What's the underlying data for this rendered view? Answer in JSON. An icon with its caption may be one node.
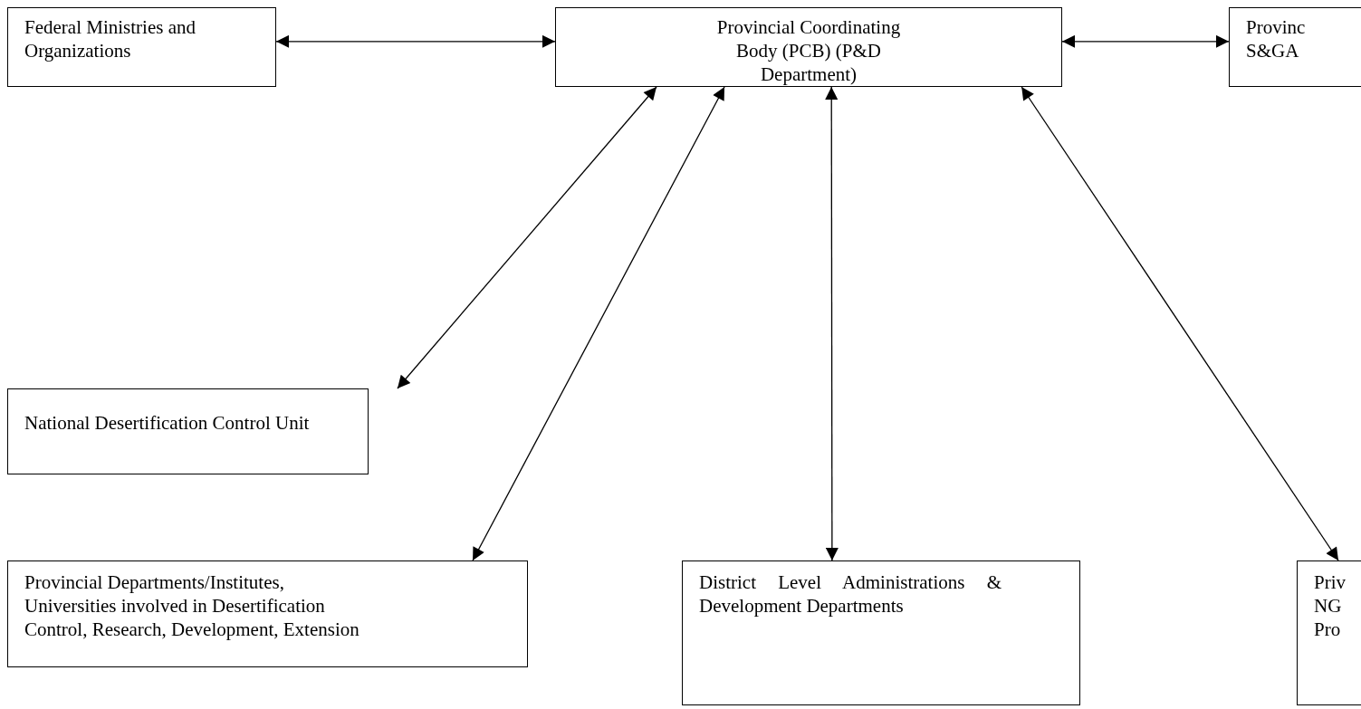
{
  "diagram": {
    "nodes": [
      {
        "text": [
          "Federal Ministries and Organizations"
        ]
      },
      {
        "text": [
          "Provincial Coordinating Body (PCB) (P&D Department)"
        ]
      },
      {
        "text": [
          "Provinc S&GA"
        ]
      },
      {
        "text": [
          "National Desertification Control Unit"
        ]
      },
      {
        "text": [
          "Provincial Departments/Institutes, Universities involved in Desertification Control, Research, Development, Extension"
        ]
      },
      {
        "text": [
          "District Level Administrations & Development Departments"
        ]
      },
      {
        "text": [
          "Priv NG Pro"
        ]
      }
    ],
    "edges": [
      {
        "from": 0,
        "to": 1,
        "arrow": "both"
      },
      {
        "from": 1,
        "to": 2,
        "arrow": "both"
      },
      {
        "from": 1,
        "to": 3,
        "arrow": "both"
      },
      {
        "from": 1,
        "to": 4,
        "arrow": "both"
      },
      {
        "from": 1,
        "to": 5,
        "arrow": "both"
      },
      {
        "from": 1,
        "to": 6,
        "arrow": "both"
      }
    ]
  }
}
